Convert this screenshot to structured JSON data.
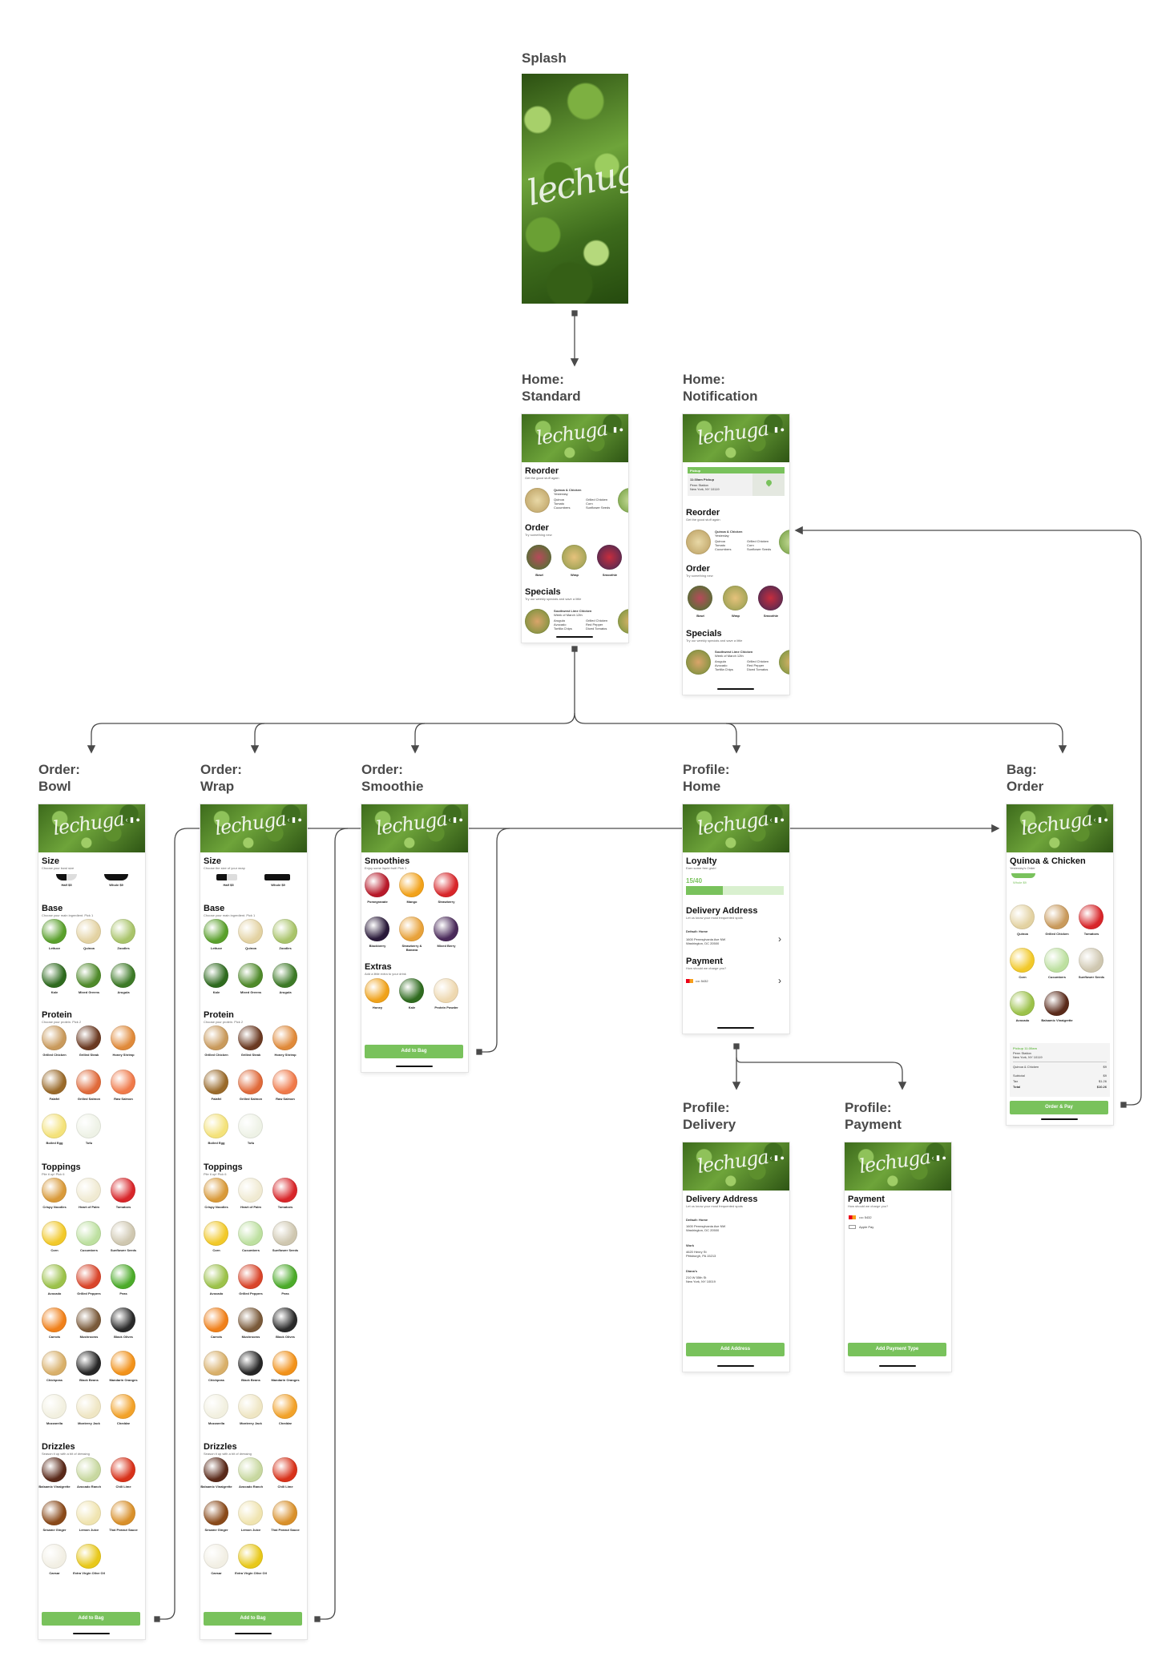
{
  "brand": {
    "logo": "lechuga"
  },
  "colors": {
    "accent": "#79c25c",
    "arrow": "#4a4a4a",
    "card_shadow": "#e4e4e4"
  },
  "titles": {
    "splash": "Splash",
    "home_standard": "Home:\nStandard",
    "home_notification": "Home:\nNotification",
    "order_bowl": "Order:\nBowl",
    "order_wrap": "Order:\nWrap",
    "order_smoothie": "Order:\nSmoothie",
    "profile_home": "Profile:\nHome",
    "bag_order": "Bag:\nOrder",
    "profile_delivery": "Profile:\nDelivery",
    "profile_payment": "Profile:\nPayment"
  },
  "home": {
    "reorder_title": "Reorder",
    "reorder_sub": "Get the good stuff again",
    "reorder_item": "Quinoa & Chicken",
    "reorder_when": "Yesterday",
    "reorder_ingredients_left": [
      "Quinoa",
      "Tomato",
      "Cucumbers"
    ],
    "reorder_ingredients_right": [
      "Grilled Chicken",
      "Corn",
      "Sunflower Seeds"
    ],
    "order_title": "Order",
    "order_sub": "Try something new",
    "order_items": [
      "Bowl",
      "Wrap",
      "Smoothie"
    ],
    "specials_title": "Specials",
    "specials_sub": "Try our weekly specials and save a little",
    "special_item": "Southwest Lime Chicken",
    "special_when": "Week of March 12th",
    "special_ingredients_left": [
      "Arugula",
      "Avocado",
      "Tortilla Chips"
    ],
    "special_ingredients_right": [
      "Grilled Chicken",
      "Red Pepper",
      "Diced Tomatos"
    ],
    "notification_tag": "Pickup",
    "notification_time": "11:30am Pickup",
    "notification_place": "Penn Station",
    "notification_city": "New York, NY 10119"
  },
  "builder": {
    "size_title": "Size",
    "size_sub_bowl": "Choose your bowl size",
    "size_sub_wrap": "Choose the size of your wrap",
    "half": "Half $5",
    "whole": "Whole $9",
    "base_title": "Base",
    "base_sub": "Choose your main ingredient. Pick 1",
    "base_items": [
      "Lettuce",
      "Quinoa",
      "Zoodles",
      "Kale",
      "Mixed Greens",
      "Arugula"
    ],
    "protein_title": "Protein",
    "protein_sub": "Choose your protein. Pick 2",
    "protein_items": [
      "Grilled Chicken",
      "Grilled Steak",
      "Honey Shrimp",
      "Falafel",
      "Grilled Salmon",
      "Raw Salmon",
      "Boiled Egg",
      "Tofu"
    ],
    "toppings_title": "Toppings",
    "toppings_sub": "Pile it up! Pick 6",
    "toppings_items": [
      "Crispy Noodles",
      "Heart of Palm",
      "Tomatoes",
      "Corn",
      "Cucumbers",
      "Sunflower Seeds",
      "Avocado",
      "Grilled Peppers",
      "Peas",
      "Carrots",
      "Mushrooms",
      "Black Olives",
      "Chickpeas",
      "Black Beans",
      "Mandarin Oranges",
      "Mozzarella",
      "Monterey Jack",
      "Cheddar"
    ],
    "drizzles_title": "Drizzles",
    "drizzles_sub": "Season it up with a bit of dressing",
    "drizzles_items": [
      "Balsamic Vinaigrette",
      "Avocado Ranch",
      "Chili Lime",
      "Sesame Ginger",
      "Lemon Juice",
      "Thai Peanut Sauce",
      "Caesar",
      "Extra Virgin Olive Oil"
    ],
    "add_to_bag": "Add to Bag"
  },
  "smoothie": {
    "title": "Smoothies",
    "sub": "Enjoy some liquid fruit! Pick 1",
    "items": [
      "Pomegranate",
      "Mango",
      "Strawberry",
      "Blackberry",
      "Strawberry & Banana",
      "Mixed Berry"
    ],
    "extras_title": "Extras",
    "extras_sub": "Add a little extra to your drink",
    "extras_items": [
      "Honey",
      "Kale",
      "Protein Powder"
    ],
    "add_to_bag": "Add to Bag"
  },
  "profile": {
    "loyalty_title": "Loyalty",
    "loyalty_sub": "Earn some free grub!",
    "loyalty_progress_label": "15/40",
    "loyalty_progress": 0.375,
    "delivery_title": "Delivery Address",
    "delivery_sub": "Let us know your most frequented spots",
    "default_home": "Default: Home",
    "home_street": "1600 Pennsylvania Ave NW",
    "home_city": "Washington, DC 20500",
    "payment_title": "Payment",
    "payment_sub": "How should we charge you?",
    "card": "•••• 5432",
    "work_label": "Work",
    "work_street": "4620 Henry St",
    "work_city": "Pittsburgh, PA 15213",
    "diana_label": "Diana's",
    "diana_street": "210 W 55th St",
    "diana_city": "New York, NY 10019",
    "apple_pay": "Apple Pay",
    "add_address": "Add Address",
    "add_payment": "Add Payment Type"
  },
  "bag": {
    "title": "Quinoa & Chicken",
    "sub": "Yesterday's Order",
    "size": "Whole $9",
    "items": [
      "Quinoa",
      "Grilled Chicken",
      "Tomatoes",
      "Corn",
      "Cucumbers",
      "Sunflower Seeds",
      "Avocado",
      "Balsamic Vinaigrette"
    ],
    "pickup_label": "Pickup 11:30am",
    "pickup_place": "Penn Station",
    "pickup_city": "New York, NY 10119",
    "line_item": "Quinoa & Chicken",
    "line_price": "$9",
    "subtotal_label": "Subtotal",
    "subtotal": "$9",
    "tax_label": "Tax",
    "tax": "$1.26",
    "total_label": "Total",
    "total": "$10.26",
    "cta": "Order & Pay"
  }
}
